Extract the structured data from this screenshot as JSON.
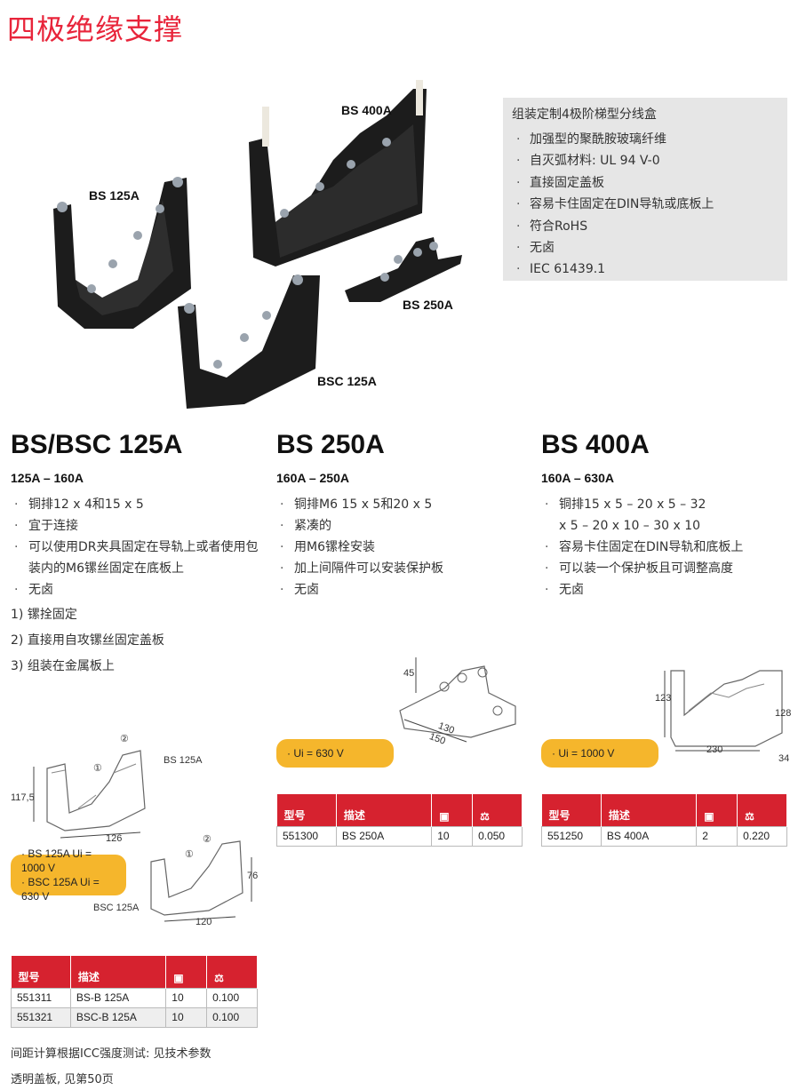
{
  "page_title": "四极绝缘支撑",
  "product_labels": {
    "bs125": "BS 125A",
    "bs400": "BS 400A",
    "bs250": "BS 250A",
    "bsc125": "BSC 125A"
  },
  "features": {
    "title": "组装定制4极阶梯型分线盒",
    "items": [
      "加强型的聚酰胺玻璃纤维",
      "自灭弧材料: UL 94 V-0",
      "直接固定盖板",
      "容易卡住固定在DIN导轨或底板上",
      "符合RoHS",
      "无卤",
      "IEC 61439.1"
    ]
  },
  "columns": [
    {
      "heading": "BS/BSC 125A",
      "range": "125A – 160A",
      "items": [
        "铜排12 x 4和15 x 5",
        "宜于连接",
        "可以使用DR夹具固定在导轨上或者使用包装内的M6镙丝固定在底板上",
        "无卤"
      ],
      "notes": [
        "1) 镙拴固定",
        "2) 直接用自攻镙丝固定盖板",
        "3) 组装在金属板上"
      ]
    },
    {
      "heading": "BS 250A",
      "range": "160A – 250A",
      "items": [
        "铜排M6 15 x 5和20 x 5",
        "紧凑的",
        "用M6镙栓安装",
        "加上间隔件可以安装保护板",
        "无卤"
      ]
    },
    {
      "heading": "BS 400A",
      "range": "160A – 630A",
      "items": [
        "铜排15 x 5 – 20 x 5 – 32 x 5 – 20 x 10 – 30 x 10",
        "容易卡住固定在DIN导轨和底板上",
        "可以装一个保护板且可调整高度",
        "无卤"
      ]
    }
  ],
  "drawings": {
    "bs125": {
      "label": "BS 125A",
      "dim_h": "117,5",
      "dim_w": "126",
      "c1": "①",
      "c2": "②"
    },
    "bsc125": {
      "label": "BSC 125A",
      "dim_h": "76",
      "dim_w": "120",
      "c1": "①",
      "c2": "②"
    },
    "bs250": {
      "dim_h": "45",
      "dim_w1": "130",
      "dim_w2": "150"
    },
    "bs400": {
      "dim_h1": "123",
      "dim_h2": "128",
      "dim_w": "230",
      "dim_d": "34"
    }
  },
  "badges": {
    "bs125": [
      "· BS 125A Ui = 1000 V",
      "· BSC 125A Ui = 630 V"
    ],
    "bs250": [
      "· Ui = 630 V"
    ],
    "bs400": [
      "· Ui = 1000 V"
    ]
  },
  "tables": {
    "headers": {
      "model": "型号",
      "desc": "描述"
    },
    "bs125": [
      {
        "model": "551311",
        "desc": "BS-B 125A",
        "qty": "10",
        "weight": "0.100"
      },
      {
        "model": "551321",
        "desc": "BSC-B 125A",
        "qty": "10",
        "weight": "0.100"
      }
    ],
    "bs250": [
      {
        "model": "551300",
        "desc": "BS 250A",
        "qty": "10",
        "weight": "0.050"
      }
    ],
    "bs400": [
      {
        "model": "551250",
        "desc": "BS 400A",
        "qty": "2",
        "weight": "0.220"
      }
    ]
  },
  "footnotes": [
    "间距计算根据ICC强度测试: 见技术参数",
    "透明盖板, 见第50页"
  ],
  "colors": {
    "accent": "#e8243a",
    "table_header": "#d6222f",
    "badge": "#f5b62c",
    "feature_bg": "#e6e6e6"
  }
}
